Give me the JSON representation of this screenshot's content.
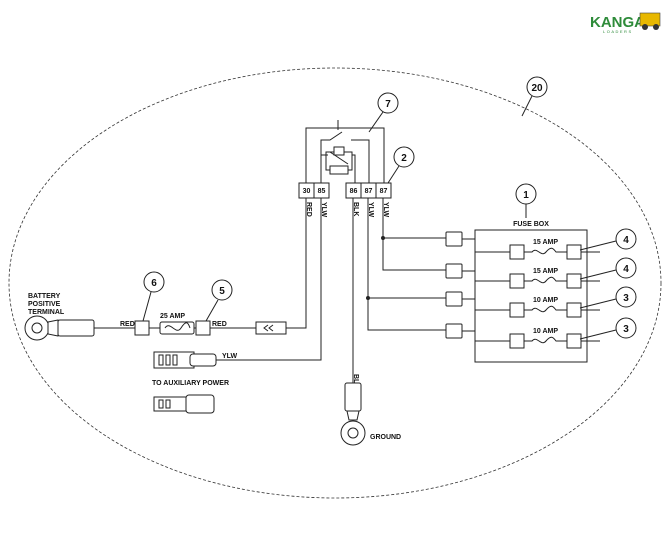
{
  "logo": {
    "brand": "KANGA",
    "sub": "LOADERS"
  },
  "callouts": {
    "c20": "20",
    "c7": "7",
    "c2": "2",
    "c1": "1",
    "c6": "6",
    "c5": "5",
    "c4a": "4",
    "c4b": "4",
    "c3a": "3",
    "c3b": "3"
  },
  "battery": {
    "line1": "BATTERY",
    "line2": "POSITIVE",
    "line3": "TERMINAL"
  },
  "wires": {
    "red1": "RED",
    "red2": "RED",
    "ylw_aux": "YLW",
    "red_v": "RED",
    "ylw_v1": "YLW",
    "blk_v": "BLK",
    "ylw_v2": "YLW",
    "ylw_v3": "YLW",
    "blk_ground": "BLK"
  },
  "fuse": {
    "main": "25 AMP"
  },
  "relay_pins": [
    "30",
    "85",
    "86",
    "87",
    "87"
  ],
  "fuse_box": {
    "title": "FUSE BOX",
    "ratings": [
      "15 AMP",
      "15 AMP",
      "10 AMP",
      "10 AMP"
    ]
  },
  "aux": {
    "label": "TO AUXILIARY POWER"
  },
  "ground": {
    "label": "GROUND"
  }
}
